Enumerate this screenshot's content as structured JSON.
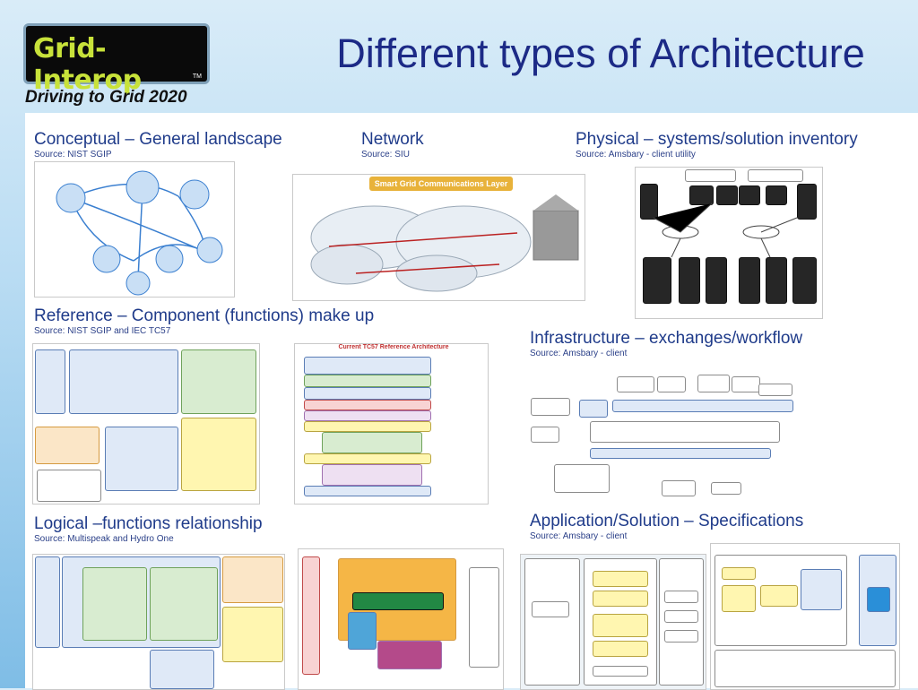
{
  "logo": {
    "text": "Grid-Interop",
    "tm": "TM"
  },
  "tagline": "Driving to Grid 2020",
  "title": "Different types of Architecture",
  "sections": {
    "conceptual": {
      "title": "Conceptual – General landscape",
      "source": "Source: NIST SGIP"
    },
    "network": {
      "title": "Network",
      "source": "Source: SIU"
    },
    "physical": {
      "title": "Physical – systems/solution inventory",
      "source": "Source: Amsbary - client utility"
    },
    "reference": {
      "title": "Reference – Component (functions) make up",
      "source": "Source: NIST SGIP and IEC TC57"
    },
    "infrastructure": {
      "title": "Infrastructure – exchanges/workflow",
      "source": "Source: Amsbary - client"
    },
    "logical": {
      "title": "Logical –functions relationship",
      "source": "Source: Multispeak  and Hydro One"
    },
    "application": {
      "title": "Application/Solution – Specifications",
      "source": "Source: Amsbary - client"
    }
  },
  "diagrams": {
    "network_banner": "Smart Grid Communications Layer",
    "reference_banner": "Current TC57 Reference Architecture"
  },
  "colors": {
    "title": "#1c2a86",
    "section_title": "#1f3b8a",
    "logo_green": "#c8e23a"
  }
}
